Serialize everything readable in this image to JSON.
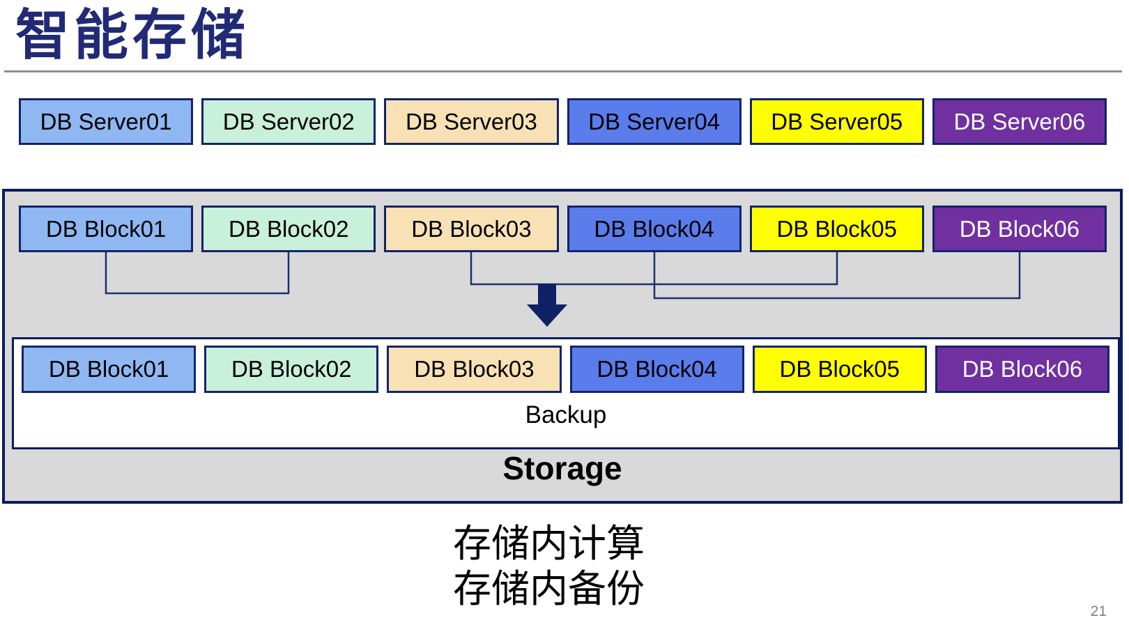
{
  "slide": {
    "title": "智能存储",
    "page_number": "21",
    "caption_lines": [
      "存储内计算",
      "存储内备份"
    ]
  },
  "colors": {
    "title": "#212A74",
    "divider": "#8C8C8C",
    "box_border": "#122468",
    "container_border": "#0A1C5E",
    "container_fill": "#D9D9D9",
    "connector": "#1A2F73",
    "arrow": "#0F2166",
    "page_number": "#7F7F7F",
    "yellow": "#FFFF00",
    "purple": "#7030A0"
  },
  "servers": [
    {
      "label": "DB Server01",
      "fill": "#8FB8F2",
      "text": "#000000"
    },
    {
      "label": "DB Server02",
      "fill": "#C8F0DA",
      "text": "#000000"
    },
    {
      "label": "DB Server03",
      "fill": "#F8E1B4",
      "text": "#000000"
    },
    {
      "label": "DB Server04",
      "fill": "#5B7CEB",
      "text": "#000000"
    },
    {
      "label": "DB Server05",
      "fill": "#FFFF00",
      "text": "#000000"
    },
    {
      "label": "DB Server06",
      "fill": "#7030A0",
      "text": "#FFFFFF"
    }
  ],
  "storage": {
    "label": "Storage",
    "backup_label": "Backup",
    "top_blocks": [
      {
        "label": "DB Block01",
        "fill": "#8FB8F2",
        "text": "#000000"
      },
      {
        "label": "DB Block02",
        "fill": "#C8F0DA",
        "text": "#000000"
      },
      {
        "label": "DB Block03",
        "fill": "#F8E1B4",
        "text": "#000000"
      },
      {
        "label": "DB Block04",
        "fill": "#5B7CEB",
        "text": "#000000"
      },
      {
        "label": "DB Block05",
        "fill": "#FFFF00",
        "text": "#000000"
      },
      {
        "label": "DB Block06",
        "fill": "#7030A0",
        "text": "#FFFFFF"
      }
    ],
    "backup_blocks": [
      {
        "label": "DB Block01",
        "fill": "#8FB8F2",
        "text": "#000000"
      },
      {
        "label": "DB Block02",
        "fill": "#C8F0DA",
        "text": "#000000"
      },
      {
        "label": "DB Block03",
        "fill": "#F8E1B4",
        "text": "#000000"
      },
      {
        "label": "DB Block04",
        "fill": "#5B7CEB",
        "text": "#000000"
      },
      {
        "label": "DB Block05",
        "fill": "#FFFF00",
        "text": "#000000"
      },
      {
        "label": "DB Block06",
        "fill": "#7030A0",
        "text": "#FFFFFF"
      }
    ],
    "replication_links": [
      [
        "DB Block01",
        "DB Block02"
      ],
      [
        "DB Block03",
        "DB Block05"
      ],
      [
        "DB Block04",
        "DB Block06"
      ]
    ]
  }
}
